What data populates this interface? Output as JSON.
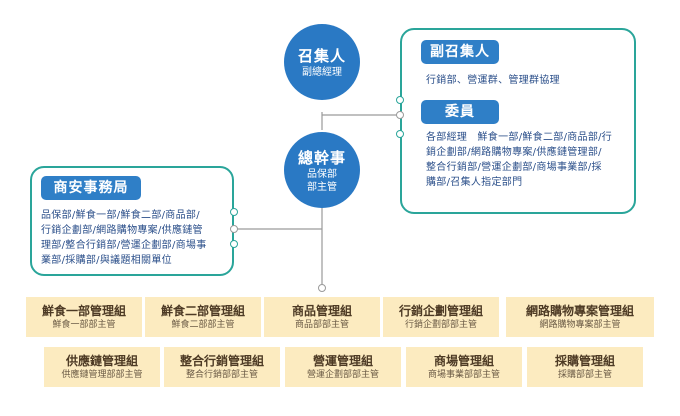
{
  "convener": {
    "title": "召集人",
    "subtitle": "副總經理"
  },
  "secretary": {
    "title": "總幹事",
    "line1": "品保部",
    "line2": "部主管"
  },
  "right_panel": {
    "deputy_title": "副召集人",
    "deputy_text": "行銷部、營運群、管理群協理",
    "members_title": "委員",
    "members_lines": [
      "各部經理　鮮食一部/鮮食二部/商品部/行",
      "銷企劃部/網路購物專案/供應鏈管理部/",
      "整合行銷部/營運企劃部/商場事業部/採",
      "購部/召集人指定部門"
    ]
  },
  "left_panel": {
    "title": "商安事務局",
    "lines": [
      "品保部/鮮食一部/鮮食二部/商品部/",
      "行銷企劃部/網路購物專案/供應鏈管",
      "理部/整合行銷部/營運企劃部/商場事",
      "業部/採購部/與議題相關單位"
    ]
  },
  "units_row1": [
    {
      "title": "鮮食一部管理組",
      "sub": "鮮食一部部主管"
    },
    {
      "title": "鮮食二部管理組",
      "sub": "鮮食二部部主管"
    },
    {
      "title": "商品管理組",
      "sub": "商品部部主管"
    },
    {
      "title": "行銷企劃管理組",
      "sub": "行銷企劃部部主管"
    },
    {
      "title": "網路購物專案管理組",
      "sub": "網路購物專案部主管"
    }
  ],
  "units_row2": [
    {
      "title": "供應鏈管理組",
      "sub": "供應鏈管理部部主管"
    },
    {
      "title": "整合行銷管理組",
      "sub": "整合行銷部部主管"
    },
    {
      "title": "營運管理組",
      "sub": "營運企劃部部主管"
    },
    {
      "title": "商場管理組",
      "sub": "商場事業部部主管"
    },
    {
      "title": "採購管理組",
      "sub": "採購部部主管"
    }
  ],
  "colors": {
    "circle": "#2a79c4",
    "panel_border": "#2aa59a",
    "unit_bg": "#fcebc0",
    "text": "#2b4f8a"
  }
}
